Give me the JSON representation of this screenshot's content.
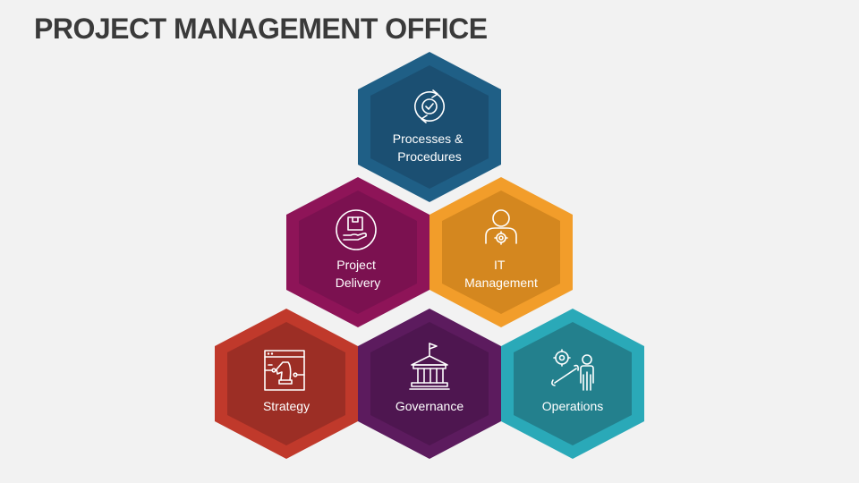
{
  "title": "PROJECT MANAGEMENT OFFICE",
  "hexagons": [
    {
      "id": "processes",
      "lines": [
        "Processes &",
        "Procedures"
      ],
      "icon": "cycle-check-icon",
      "outer_color": "#1f5f86",
      "inner_color": "#1b4f72"
    },
    {
      "id": "delivery",
      "lines": [
        "Project",
        "Delivery"
      ],
      "icon": "box-hand-icon",
      "outer_color": "#8e1458",
      "inner_color": "#7b1150"
    },
    {
      "id": "it",
      "lines": [
        "IT",
        "Management"
      ],
      "icon": "user-gear-icon",
      "outer_color": "#f29d2a",
      "inner_color": "#d4871f"
    },
    {
      "id": "strategy",
      "lines": [
        "Strategy"
      ],
      "icon": "chess-knight-icon",
      "outer_color": "#c0392b",
      "inner_color": "#9c2e25"
    },
    {
      "id": "governance",
      "lines": [
        "Governance"
      ],
      "icon": "government-building-icon",
      "outer_color": "#5c1b5e",
      "inner_color": "#4e1650"
    },
    {
      "id": "operations",
      "lines": [
        "Operations"
      ],
      "icon": "wrench-person-icon",
      "outer_color": "#2aa9b8",
      "inner_color": "#23808d"
    }
  ]
}
